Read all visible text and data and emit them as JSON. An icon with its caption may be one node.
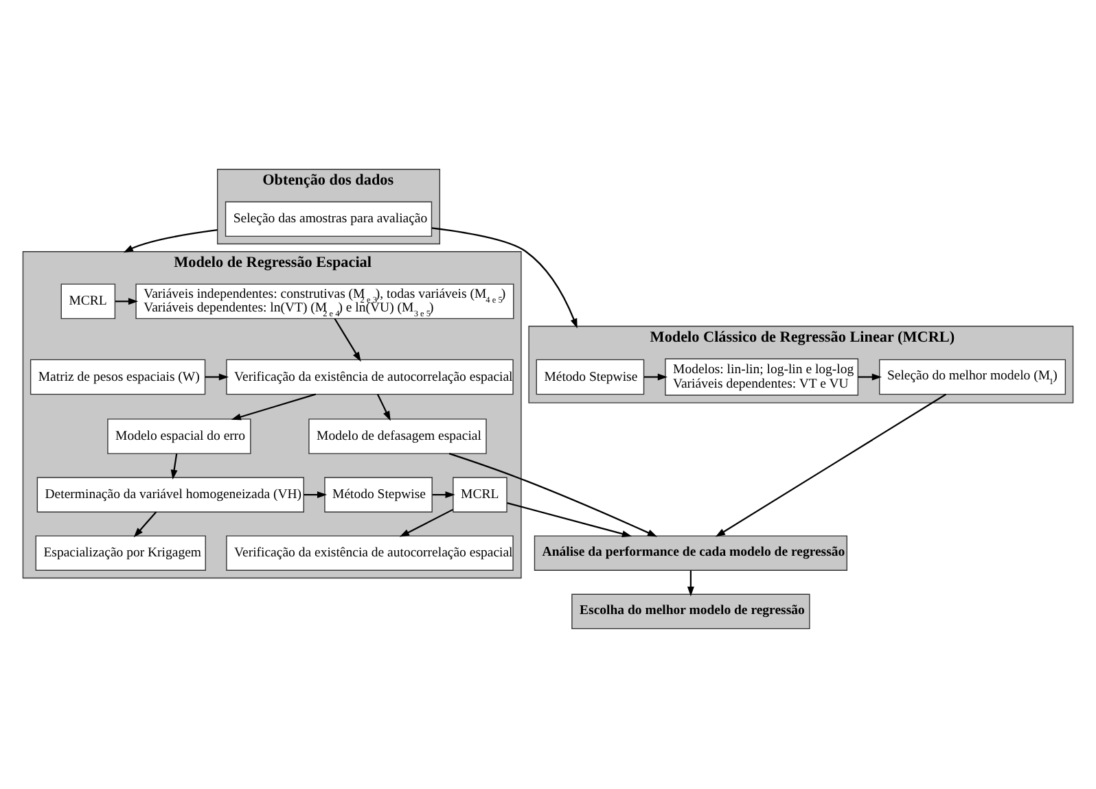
{
  "diagram": {
    "nodes": [
      {
        "text": [
          "Obtenção dos dados"
        ]
      },
      {
        "text": [
          "Seleção das amostras para avaliação"
        ],
        "in": 0
      },
      {
        "text": [
          "Modelo Clássico de Regressão Linear (MCRL)"
        ]
      },
      {
        "text": [
          "Método Stepwise"
        ],
        "in": 2
      },
      {
        "text": [
          "Modelos: lin-lin; log-lin e log-log",
          "Variáveis dependentes: VT e VU"
        ],
        "in": 2
      },
      {
        "text": [
          "Seleção do melhor modelo (M$_{1}$)"
        ],
        "in": 2
      },
      {
        "text": [
          "Modelo de Regressão Espacial"
        ]
      },
      {
        "text": [
          "MCRL"
        ],
        "in": 6
      },
      {
        "text": [
          "Variáveis independentes: construtivas (M$_{2 e 3}$), todas variáveis (M$_{4 e 5}$)",
          "Variáveis dependentes: ln(VT) (M$_{2 e 4}$) e ln(VU) (M$_{3 e 5}$)"
        ],
        "in": 6
      },
      {
        "text": [
          "Matriz de pesos espaciais (W)"
        ],
        "in": 6
      },
      {
        "text": [
          "Verificação da existência de autocorrelação espacial"
        ],
        "in": 6
      },
      {
        "text": [
          "Modelo espacial do erro"
        ],
        "in": 6
      },
      {
        "text": [
          "Modelo de defasagem espacial"
        ],
        "in": 6
      },
      {
        "text": [
          "Determinação da variável homogeneizada (VH)"
        ],
        "in": 6
      },
      {
        "text": [
          "Método Stepwise"
        ],
        "in": 6
      },
      {
        "text": [
          "MCRL"
        ],
        "in": 6
      },
      {
        "text": [
          "Espacialização por Krigagem"
        ],
        "in": 6
      },
      {
        "text": [
          "Verificação da existência de autocorrelação espacial"
        ],
        "in": 6
      },
      {
        "text": [
          "Análise da performance de cada modelo de regressão"
        ]
      },
      {
        "text": [
          "Escolha do melhor modelo de regressão"
        ]
      }
    ],
    "edges": [
      {
        "from": 1,
        "to": 2,
        "arrow": "to"
      },
      {
        "from": 0,
        "to": 6,
        "arrow": "to"
      },
      {
        "from": 3,
        "to": 4,
        "arrow": "to"
      },
      {
        "from": 4,
        "to": 5,
        "arrow": "to"
      },
      {
        "from": 5,
        "to": 18,
        "arrow": "to"
      },
      {
        "from": 7,
        "to": 8,
        "arrow": "to"
      },
      {
        "from": 8,
        "to": 10,
        "arrow": "to"
      },
      {
        "from": 9,
        "to": 10,
        "arrow": "to"
      },
      {
        "from": 10,
        "to": 11,
        "arrow": "to"
      },
      {
        "from": 10,
        "to": 12,
        "arrow": "to"
      },
      {
        "from": 12,
        "to": 18,
        "arrow": "to"
      },
      {
        "from": 11,
        "to": 13,
        "arrow": "to"
      },
      {
        "from": 13,
        "to": 14,
        "arrow": "to"
      },
      {
        "from": 14,
        "to": 15,
        "arrow": "to"
      },
      {
        "from": 15,
        "to": 18,
        "arrow": "to"
      },
      {
        "from": 13,
        "to": 16,
        "arrow": "to"
      },
      {
        "from": 15,
        "to": 17,
        "arrow": "to"
      },
      {
        "from": 18,
        "to": 19,
        "arrow": "to"
      }
    ]
  }
}
